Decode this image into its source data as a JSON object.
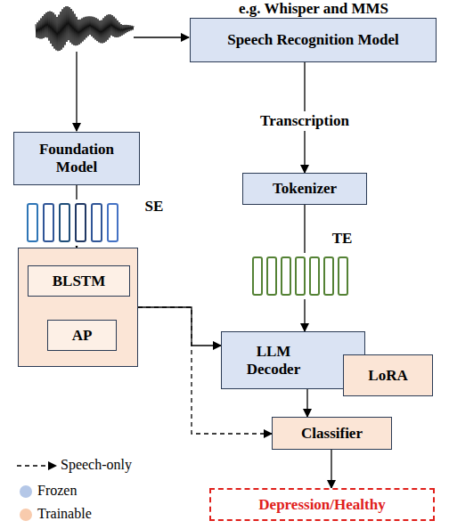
{
  "diagram": {
    "nodes": [
      {
        "text": [
          "Speech Recognition Model"
        ]
      },
      {
        "text": [
          "Foundation Model"
        ]
      },
      {
        "text": [
          "Tokenizer"
        ]
      },
      {
        "text": []
      },
      {
        "text": [
          "BLSTM"
        ],
        "in": 3
      },
      {
        "text": [
          "AP"
        ],
        "in": 3
      },
      {
        "text": [
          "LLM Decoder"
        ]
      },
      {
        "text": [
          "LoRA"
        ]
      },
      {
        "text": [
          "Classifier"
        ]
      },
      {
        "text": [
          "Depression/Healthy"
        ]
      }
    ],
    "edges": [
      {
        "from": 0,
        "to": 2,
        "label": "Transcription",
        "arrow": "to"
      },
      {
        "from": 1,
        "to": 3,
        "arrow": "to"
      },
      {
        "from": 2,
        "to": 6,
        "arrow": "to"
      },
      {
        "from": 4,
        "to": 5,
        "arrow": "to"
      },
      {
        "from": 3,
        "to": 6,
        "arrow": "to"
      },
      {
        "from": 3,
        "to": 8,
        "arrow": "to"
      },
      {
        "from": 6,
        "to": 8,
        "arrow": "to"
      },
      {
        "from": 8,
        "to": 9,
        "arrow": "to"
      }
    ],
    "labels": [
      "e.g. Whisper and MMS",
      "SE",
      "TE"
    ],
    "legend": [
      {
        "text": "Speech-only"
      },
      {
        "text": "Frozen",
        "color": "#b4c7e7"
      },
      {
        "text": "Trainable",
        "color": "#f8cbad"
      }
    ]
  }
}
